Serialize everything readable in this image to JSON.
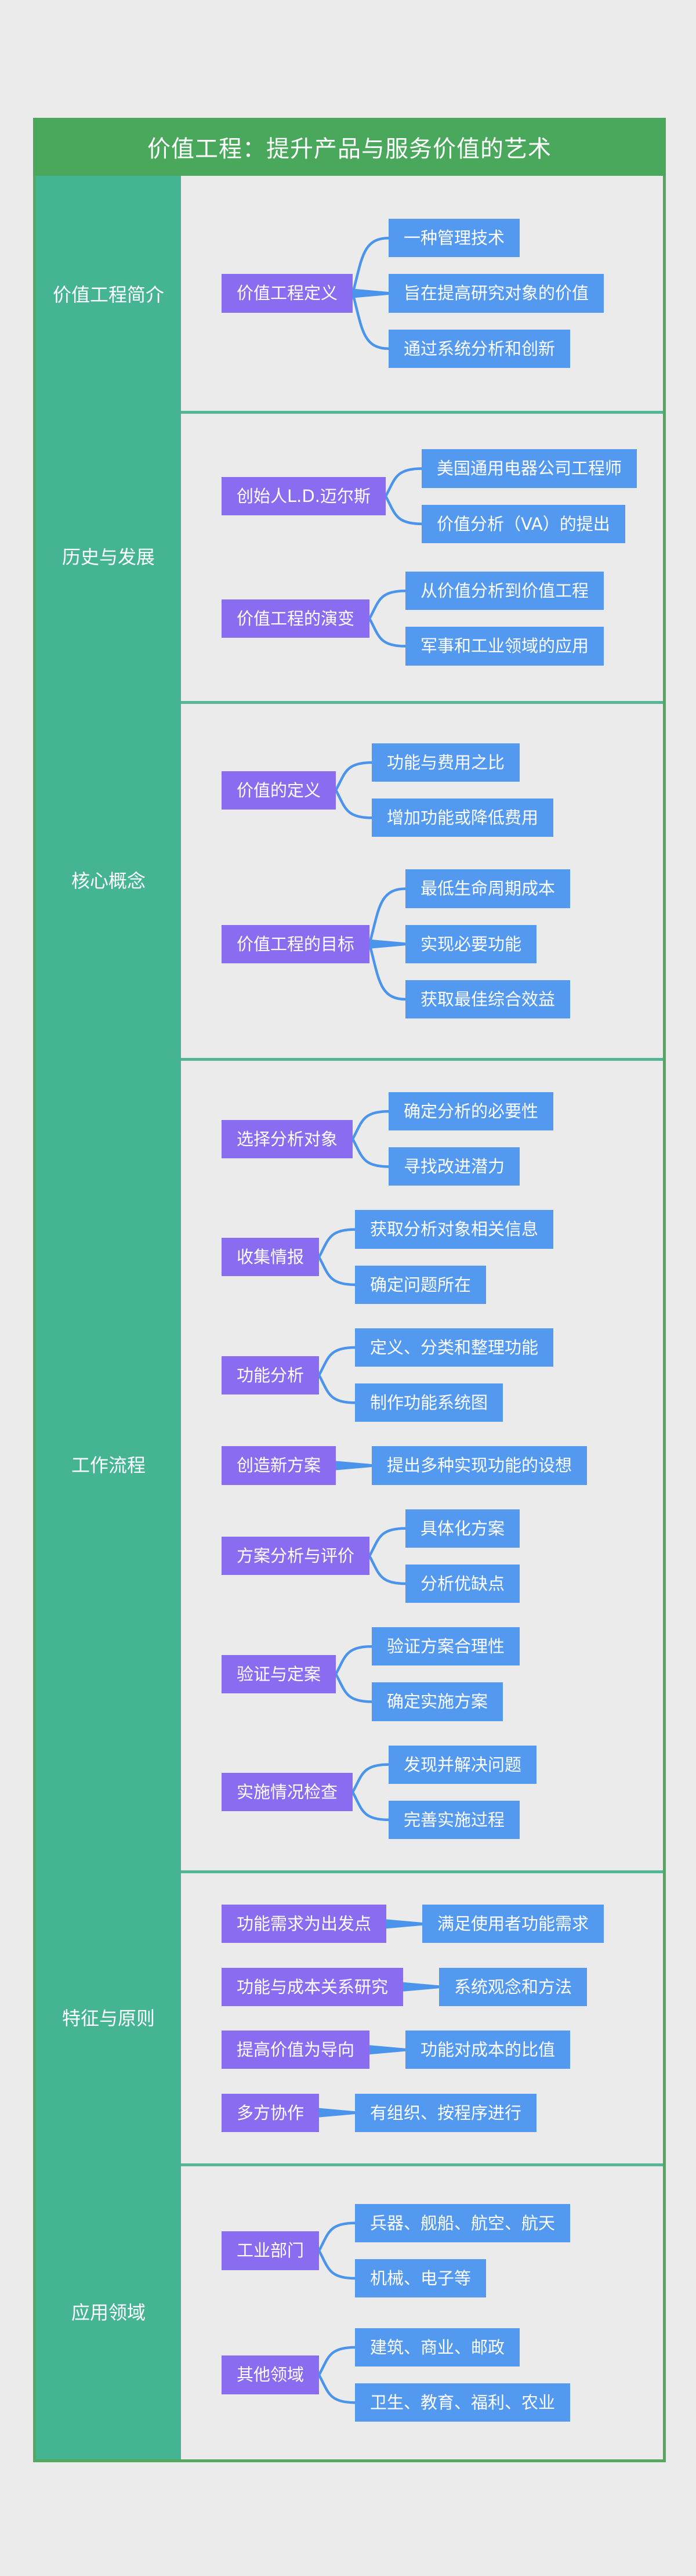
{
  "title": "价值工程：提升产品与服务价值的艺术",
  "colors": {
    "background": "#ebebeb",
    "title_bar": "#4aa85c",
    "border": "#55a85f",
    "sidebar": "#45b493",
    "separator": "#55b695",
    "parent_node": "#8a6cf0",
    "child_node": "#5499f0",
    "connector": "#4a94ec"
  },
  "sections": [
    {
      "label": "价值工程简介",
      "branches": [
        {
          "label": "价值工程定义",
          "children": [
            "一种管理技术",
            "旨在提高研究对象的价值",
            "通过系统分析和创新"
          ]
        }
      ]
    },
    {
      "label": "历史与发展",
      "branches": [
        {
          "label": "创始人L.D.迈尔斯",
          "children": [
            "美国通用电器公司工程师",
            "价值分析（VA）的提出"
          ]
        },
        {
          "label": "价值工程的演变",
          "children": [
            "从价值分析到价值工程",
            "军事和工业领域的应用"
          ]
        }
      ]
    },
    {
      "label": "核心概念",
      "branches": [
        {
          "label": "价值的定义",
          "children": [
            "功能与费用之比",
            "增加功能或降低费用"
          ]
        },
        {
          "label": "价值工程的目标",
          "children": [
            "最低生命周期成本",
            "实现必要功能",
            "获取最佳综合效益"
          ]
        }
      ]
    },
    {
      "label": "工作流程",
      "branches": [
        {
          "label": "选择分析对象",
          "children": [
            "确定分析的必要性",
            "寻找改进潜力"
          ]
        },
        {
          "label": "收集情报",
          "children": [
            "获取分析对象相关信息",
            "确定问题所在"
          ]
        },
        {
          "label": "功能分析",
          "children": [
            "定义、分类和整理功能",
            "制作功能系统图"
          ]
        },
        {
          "label": "创造新方案",
          "children": [
            "提出多种实现功能的设想"
          ]
        },
        {
          "label": "方案分析与评价",
          "children": [
            "具体化方案",
            "分析优缺点"
          ]
        },
        {
          "label": "验证与定案",
          "children": [
            "验证方案合理性",
            "确定实施方案"
          ]
        },
        {
          "label": "实施情况检查",
          "children": [
            "发现并解决问题",
            "完善实施过程"
          ]
        }
      ]
    },
    {
      "label": "特征与原则",
      "branches": [
        {
          "label": "功能需求为出发点",
          "children": [
            "满足使用者功能需求"
          ]
        },
        {
          "label": "功能与成本关系研究",
          "children": [
            "系统观念和方法"
          ]
        },
        {
          "label": "提高价值为导向",
          "children": [
            "功能对成本的比值"
          ]
        },
        {
          "label": "多方协作",
          "children": [
            "有组织、按程序进行"
          ]
        }
      ]
    },
    {
      "label": "应用领域",
      "branches": [
        {
          "label": "工业部门",
          "children": [
            "兵器、舰船、航空、航天",
            "机械、电子等"
          ]
        },
        {
          "label": "其他领域",
          "children": [
            "建筑、商业、邮政",
            "卫生、教育、福利、农业"
          ]
        }
      ]
    }
  ]
}
